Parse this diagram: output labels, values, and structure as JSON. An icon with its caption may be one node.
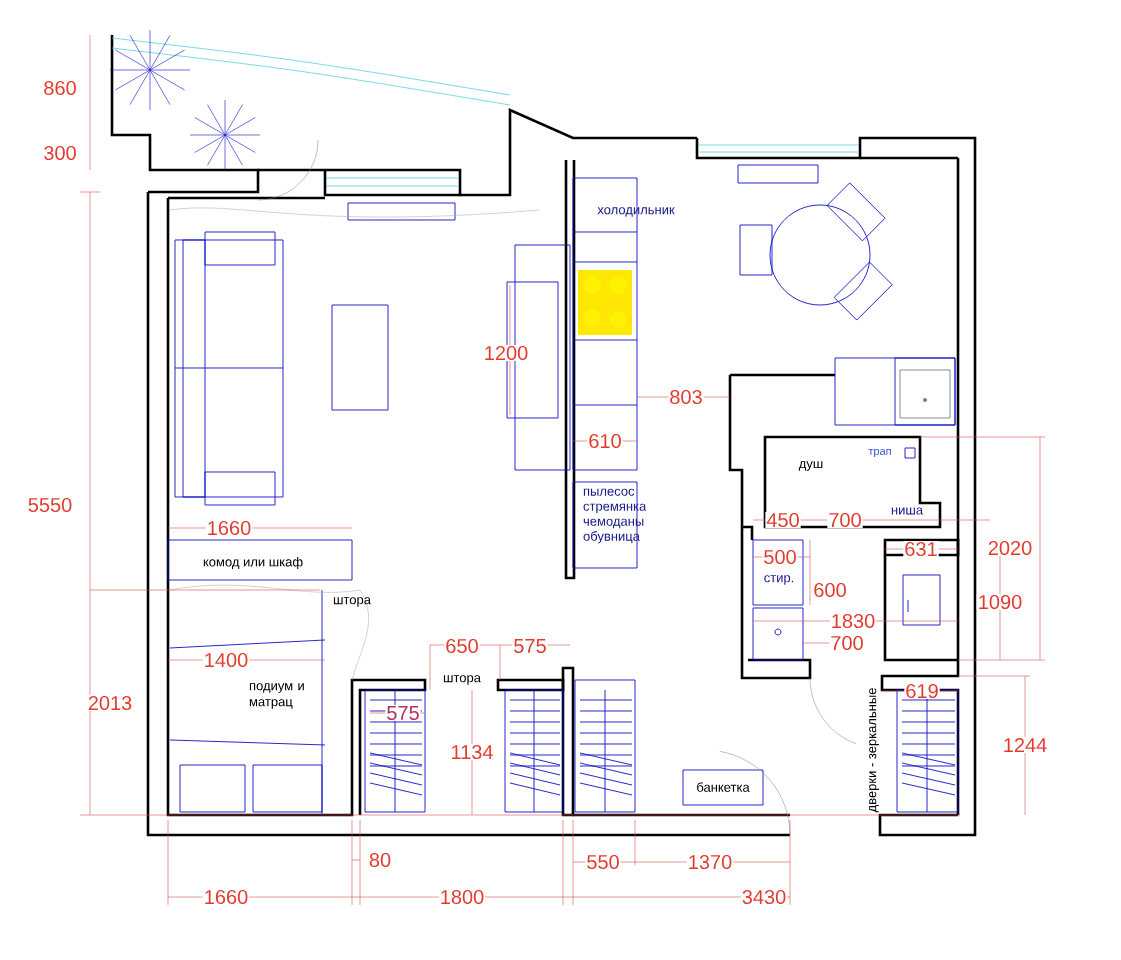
{
  "diagram": {
    "labels": [
      "860",
      "300",
      "холодильник",
      "1200",
      "803",
      "610",
      "трап",
      "душ",
      "5550",
      "пылесос стремянка чемоданы обувница",
      "1660",
      "ниша",
      "450",
      "700",
      "комод или шкаф",
      "500",
      "631",
      "2020",
      "стир.",
      "штора",
      "600",
      "1090",
      "1830",
      "700",
      "1400",
      "650",
      "575",
      "подиум и матрац",
      "штора",
      "619",
      "575",
      "2013",
      "1134",
      "1244",
      "банкетка",
      "дверки - зеркальные",
      "80",
      "550",
      "1370",
      "1660",
      "1800",
      "3430"
    ]
  }
}
